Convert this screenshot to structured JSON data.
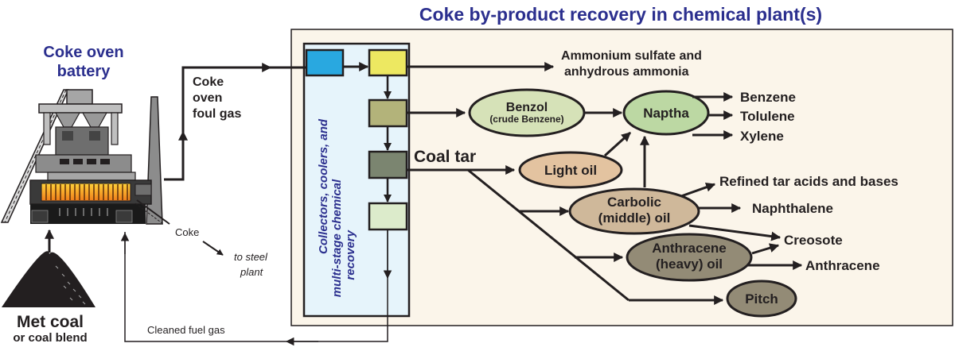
{
  "left": {
    "battery_title_line1": "Coke oven",
    "battery_title_line2": "battery",
    "foul_gas_line1": "Coke",
    "foul_gas_line2": "oven",
    "foul_gas_line3": "foul gas",
    "coal_line1": "Met coal",
    "coal_line2": "or coal blend",
    "coke_label": "Coke",
    "steel_line1": "to steel",
    "steel_line2": "plant",
    "cleaned_gas": "Cleaned fuel gas"
  },
  "plant": {
    "title": "Coke by-product recovery in chemical plant(s)",
    "collector_line1": "Collectors, coolers, and",
    "collector_line2": "multi-stage chemical",
    "collector_line3": "recovery",
    "stage_colors": [
      "#29a8e0",
      "#ede861",
      "#b3b37a",
      "#7b8570",
      "#dcebcb"
    ],
    "panel_bg": "#fbf5ea",
    "collector_bg": "#e6f4fb"
  },
  "nodes": {
    "ammonium_line1": "Ammonium sulfate and",
    "ammonium_line2": "anhydrous ammonia",
    "benzol": "Benzol",
    "benzol_sub": "(crude Benzene)",
    "naptha": "Naptha",
    "benzene": "Benzene",
    "toluene": "Tolulene",
    "xylene": "Xylene",
    "coal_tar": "Coal tar",
    "light_oil": "Light oil",
    "carbolic_line1": "Carbolic",
    "carbolic_line2": "(middle) oil",
    "tar_acids": "Refined tar acids and bases",
    "naphthalene": "Naphthalene",
    "creosote": "Creosote",
    "anthracene_oil_line1": "Anthracene",
    "anthracene_oil_line2": "(heavy) oil",
    "anthracene": "Anthracene",
    "pitch": "Pitch"
  },
  "colors": {
    "green_light": "#d6e2b8",
    "green_mid": "#bcd8a3",
    "tan": "#e3c3a0",
    "tan_dark": "#cfb89a",
    "gray_brown": "#938b76"
  }
}
